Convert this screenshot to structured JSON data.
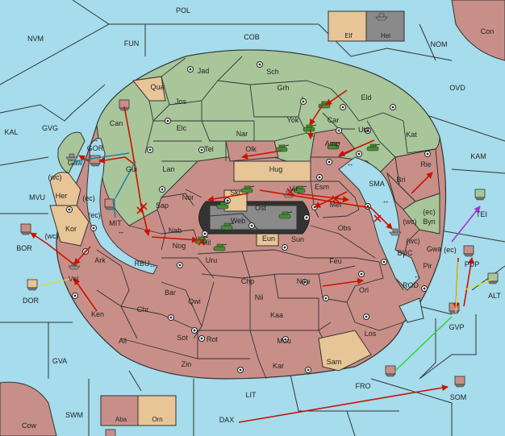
{
  "colors": {
    "sea": "#a6dcec",
    "land_green": "#a8c69a",
    "land_red": "#c88f88",
    "land_tan": "#e8c596",
    "center_dark": "#333333",
    "center_gray": "#8a8a8a",
    "border": "#333333",
    "order_move": "#cc1100",
    "order_support": "#1a7fa0",
    "order_convoy": "#aa33cc",
    "order_hold": "#dddd33",
    "order_green": "#33cc33",
    "fleet": "#909090",
    "army": "#4a8a3a"
  },
  "sea_labels": [
    {
      "name": "POL"
    },
    {
      "name": "NVM"
    },
    {
      "name": "FUN"
    },
    {
      "name": "COB"
    },
    {
      "name": "NOM"
    },
    {
      "name": "Con"
    },
    {
      "name": "OVD"
    },
    {
      "name": "KAL"
    },
    {
      "name": "GVG"
    },
    {
      "name": "KAM"
    },
    {
      "name": "GOR"
    },
    {
      "name": "(wc)"
    },
    {
      "name": "MVU"
    },
    {
      "name": "(ec)"
    },
    {
      "name": "MIT"
    },
    {
      "name": "(ec)"
    },
    {
      "name": "SMA"
    },
    {
      "name": "(wc)"
    },
    {
      "name": "BOR"
    },
    {
      "name": "(wc)"
    },
    {
      "name": "RBU"
    },
    {
      "name": "(ec)"
    },
    {
      "name": "TEI"
    },
    {
      "name": "(ec)"
    },
    {
      "name": "BUC"
    },
    {
      "name": "(wc)"
    },
    {
      "name": "PUP"
    },
    {
      "name": "DOR"
    },
    {
      "name": "ROD"
    },
    {
      "name": "ALT"
    },
    {
      "name": "GVP"
    },
    {
      "name": "GVA"
    },
    {
      "name": "FRO"
    },
    {
      "name": "LIT"
    },
    {
      "name": "SWM"
    },
    {
      "name": "SOM"
    },
    {
      "name": "DAX"
    },
    {
      "name": "Cow"
    }
  ],
  "land_labels": [
    {
      "name": "Jad"
    },
    {
      "name": "Sch"
    },
    {
      "name": "Qua"
    },
    {
      "name": "Jos"
    },
    {
      "name": "Grh"
    },
    {
      "name": "Eld"
    },
    {
      "name": "Can"
    },
    {
      "name": "Yok"
    },
    {
      "name": "Car"
    },
    {
      "name": "Elc"
    },
    {
      "name": "Nar"
    },
    {
      "name": "Uta"
    },
    {
      "name": "Kat"
    },
    {
      "name": "Tel"
    },
    {
      "name": "Olk"
    },
    {
      "name": "Amp"
    },
    {
      "name": "Gaw"
    },
    {
      "name": "Gui"
    },
    {
      "name": "Lan"
    },
    {
      "name": "Hug"
    },
    {
      "name": "Bri"
    },
    {
      "name": "Rie"
    },
    {
      "name": "Her"
    },
    {
      "name": "Nor"
    },
    {
      "name": "Skr"
    },
    {
      "name": "Vir"
    },
    {
      "name": "Esm"
    },
    {
      "name": "Sap"
    },
    {
      "name": "Ost"
    },
    {
      "name": "Web"
    },
    {
      "name": "Mel"
    },
    {
      "name": "Byn"
    },
    {
      "name": "Kor"
    },
    {
      "name": "Nab"
    },
    {
      "name": "Eun"
    },
    {
      "name": "Sun"
    },
    {
      "name": "Obs"
    },
    {
      "name": "Hil"
    },
    {
      "name": "Nog"
    },
    {
      "name": "Gwa"
    },
    {
      "name": "Ark"
    },
    {
      "name": "Pir"
    },
    {
      "name": "Uru"
    },
    {
      "name": "Feu"
    },
    {
      "name": "Vel"
    },
    {
      "name": "Chp"
    },
    {
      "name": "Neu"
    },
    {
      "name": "Bar"
    },
    {
      "name": "Orl"
    },
    {
      "name": "Qwi"
    },
    {
      "name": "Nil"
    },
    {
      "name": "Ken"
    },
    {
      "name": "Chr"
    },
    {
      "name": "Kaa"
    },
    {
      "name": "Sot"
    },
    {
      "name": "Rot"
    },
    {
      "name": "Los"
    },
    {
      "name": "Ail"
    },
    {
      "name": "Mou"
    },
    {
      "name": "Zin"
    },
    {
      "name": "Kar"
    },
    {
      "name": "Sam"
    }
  ],
  "legend_top": [
    {
      "name": "Elf"
    },
    {
      "name": "Hel"
    }
  ],
  "legend_bottom": [
    {
      "name": "Aba"
    },
    {
      "name": "Orn"
    }
  ]
}
